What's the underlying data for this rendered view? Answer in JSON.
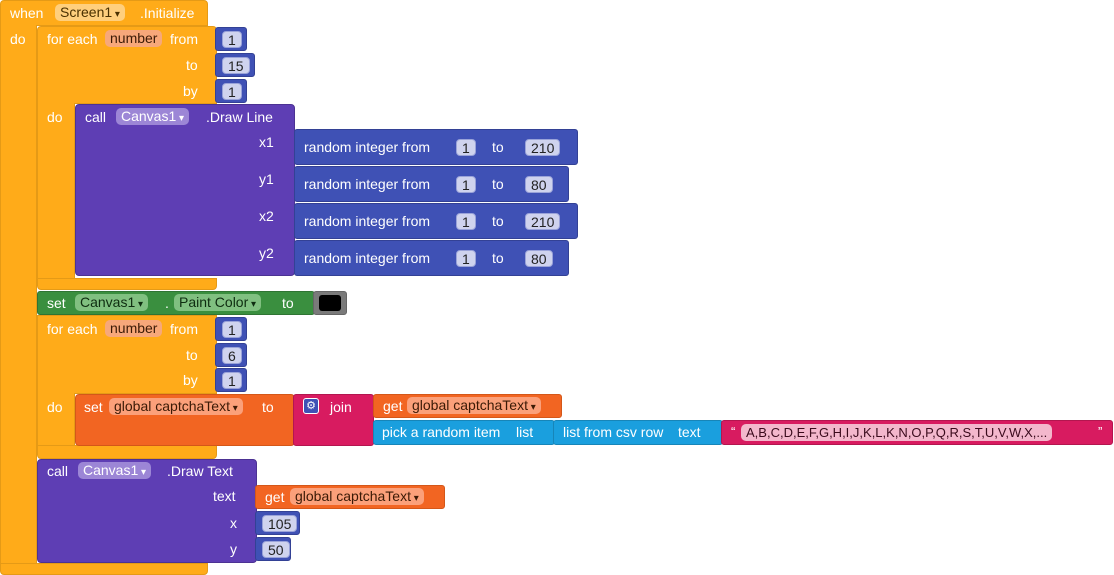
{
  "event": {
    "when": "when",
    "component": "Screen1",
    "event_name": ".Initialize",
    "do": "do"
  },
  "loop1": {
    "for_each": "for each",
    "var": "number",
    "from": "from",
    "to": "to",
    "by": "by",
    "from_val": "1",
    "to_val": "15",
    "by_val": "1",
    "do": "do"
  },
  "drawline": {
    "call": "call",
    "component": "Canvas1",
    "method": ".Draw Line",
    "params": [
      {
        "name": "x1",
        "label": "random integer from",
        "to": "to",
        "from_val": "1",
        "to_val": "210"
      },
      {
        "name": "y1",
        "label": "random integer from",
        "to": "to",
        "from_val": "1",
        "to_val": "80"
      },
      {
        "name": "x2",
        "label": "random integer from",
        "to": "to",
        "from_val": "1",
        "to_val": "210"
      },
      {
        "name": "y2",
        "label": "random integer from",
        "to": "to",
        "from_val": "1",
        "to_val": "80"
      }
    ]
  },
  "setpaint": {
    "set": "set",
    "component": "Canvas1",
    "dot": ".",
    "property": "Paint Color",
    "to": "to",
    "color": "#000000"
  },
  "loop2": {
    "for_each": "for each",
    "var": "number",
    "from": "from",
    "to": "to",
    "by": "by",
    "from_val": "1",
    "to_val": "6",
    "by_val": "1",
    "do": "do"
  },
  "setglobal": {
    "set": "set",
    "var": "global captchaText",
    "to": "to",
    "join": "join",
    "get": "get",
    "get_var": "global captchaText",
    "pick": "pick a random item",
    "list": "list",
    "csv": "list from csv row",
    "text": "text",
    "csv_value": "A,B,C,D,E,F,G,H,I,J,K,L,K,N,O,P,Q,R,S,T,U,V,W,X,...",
    "open_quote": "“",
    "close_quote": "”"
  },
  "drawtext": {
    "call": "call",
    "component": "Canvas1",
    "method": ".Draw Text",
    "text_label": "text",
    "x_label": "x",
    "y_label": "y",
    "get": "get",
    "get_var": "global captchaText",
    "x_val": "105",
    "y_val": "50"
  }
}
